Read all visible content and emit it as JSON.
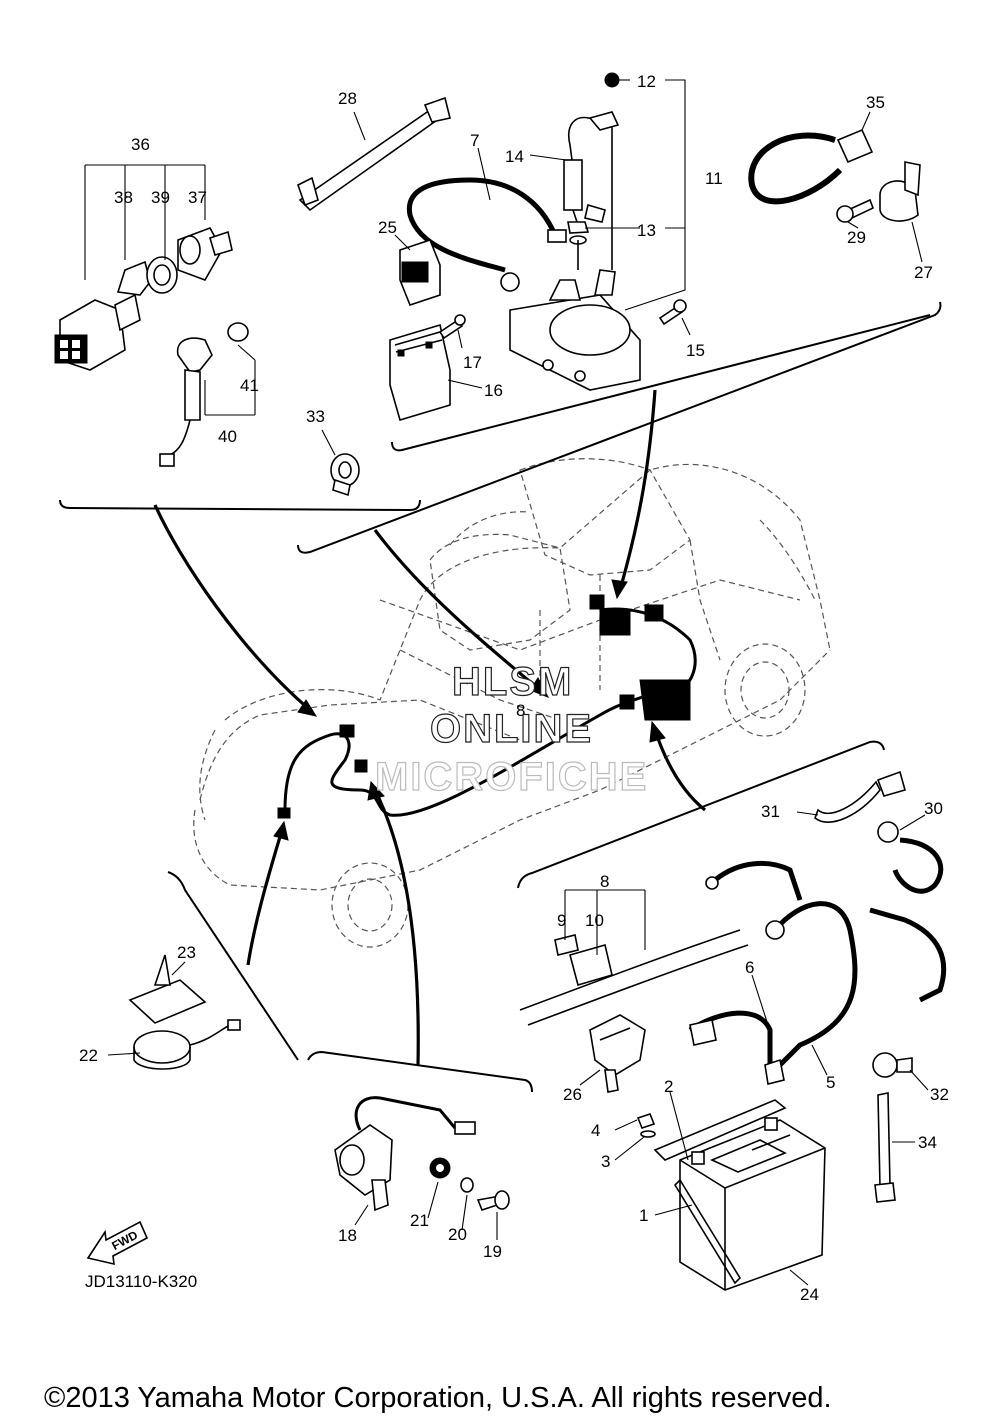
{
  "diagram": {
    "callouts": {
      "c1": "1",
      "c2": "2",
      "c3": "3",
      "c4": "4",
      "c5": "5",
      "c6": "6",
      "c7": "7",
      "c8a": "8",
      "c8b": "8",
      "c9": "9",
      "c10": "10",
      "c11": "11",
      "c12": "12",
      "c13": "13",
      "c14": "14",
      "c15": "15",
      "c16": "16",
      "c17": "17",
      "c18": "18",
      "c19": "19",
      "c20": "20",
      "c21": "21",
      "c22": "22",
      "c23": "23",
      "c24": "24",
      "c25": "25",
      "c26": "26",
      "c27": "27",
      "c28": "28",
      "c29": "29",
      "c30": "30",
      "c31": "31",
      "c32": "32",
      "c33": "33",
      "c34": "34",
      "c35": "35",
      "c36": "36",
      "c37": "37",
      "c38": "38",
      "c39": "39",
      "c40": "40",
      "c41": "41"
    },
    "fwd_label": "FWD",
    "drawing_code": "JD13110-K320",
    "watermark": [
      "HLSM",
      "ONLINE",
      "MICROFICHE"
    ],
    "copyright": "©2013 Yamaha Motor Corporation, U.S.A. All rights reserved."
  }
}
